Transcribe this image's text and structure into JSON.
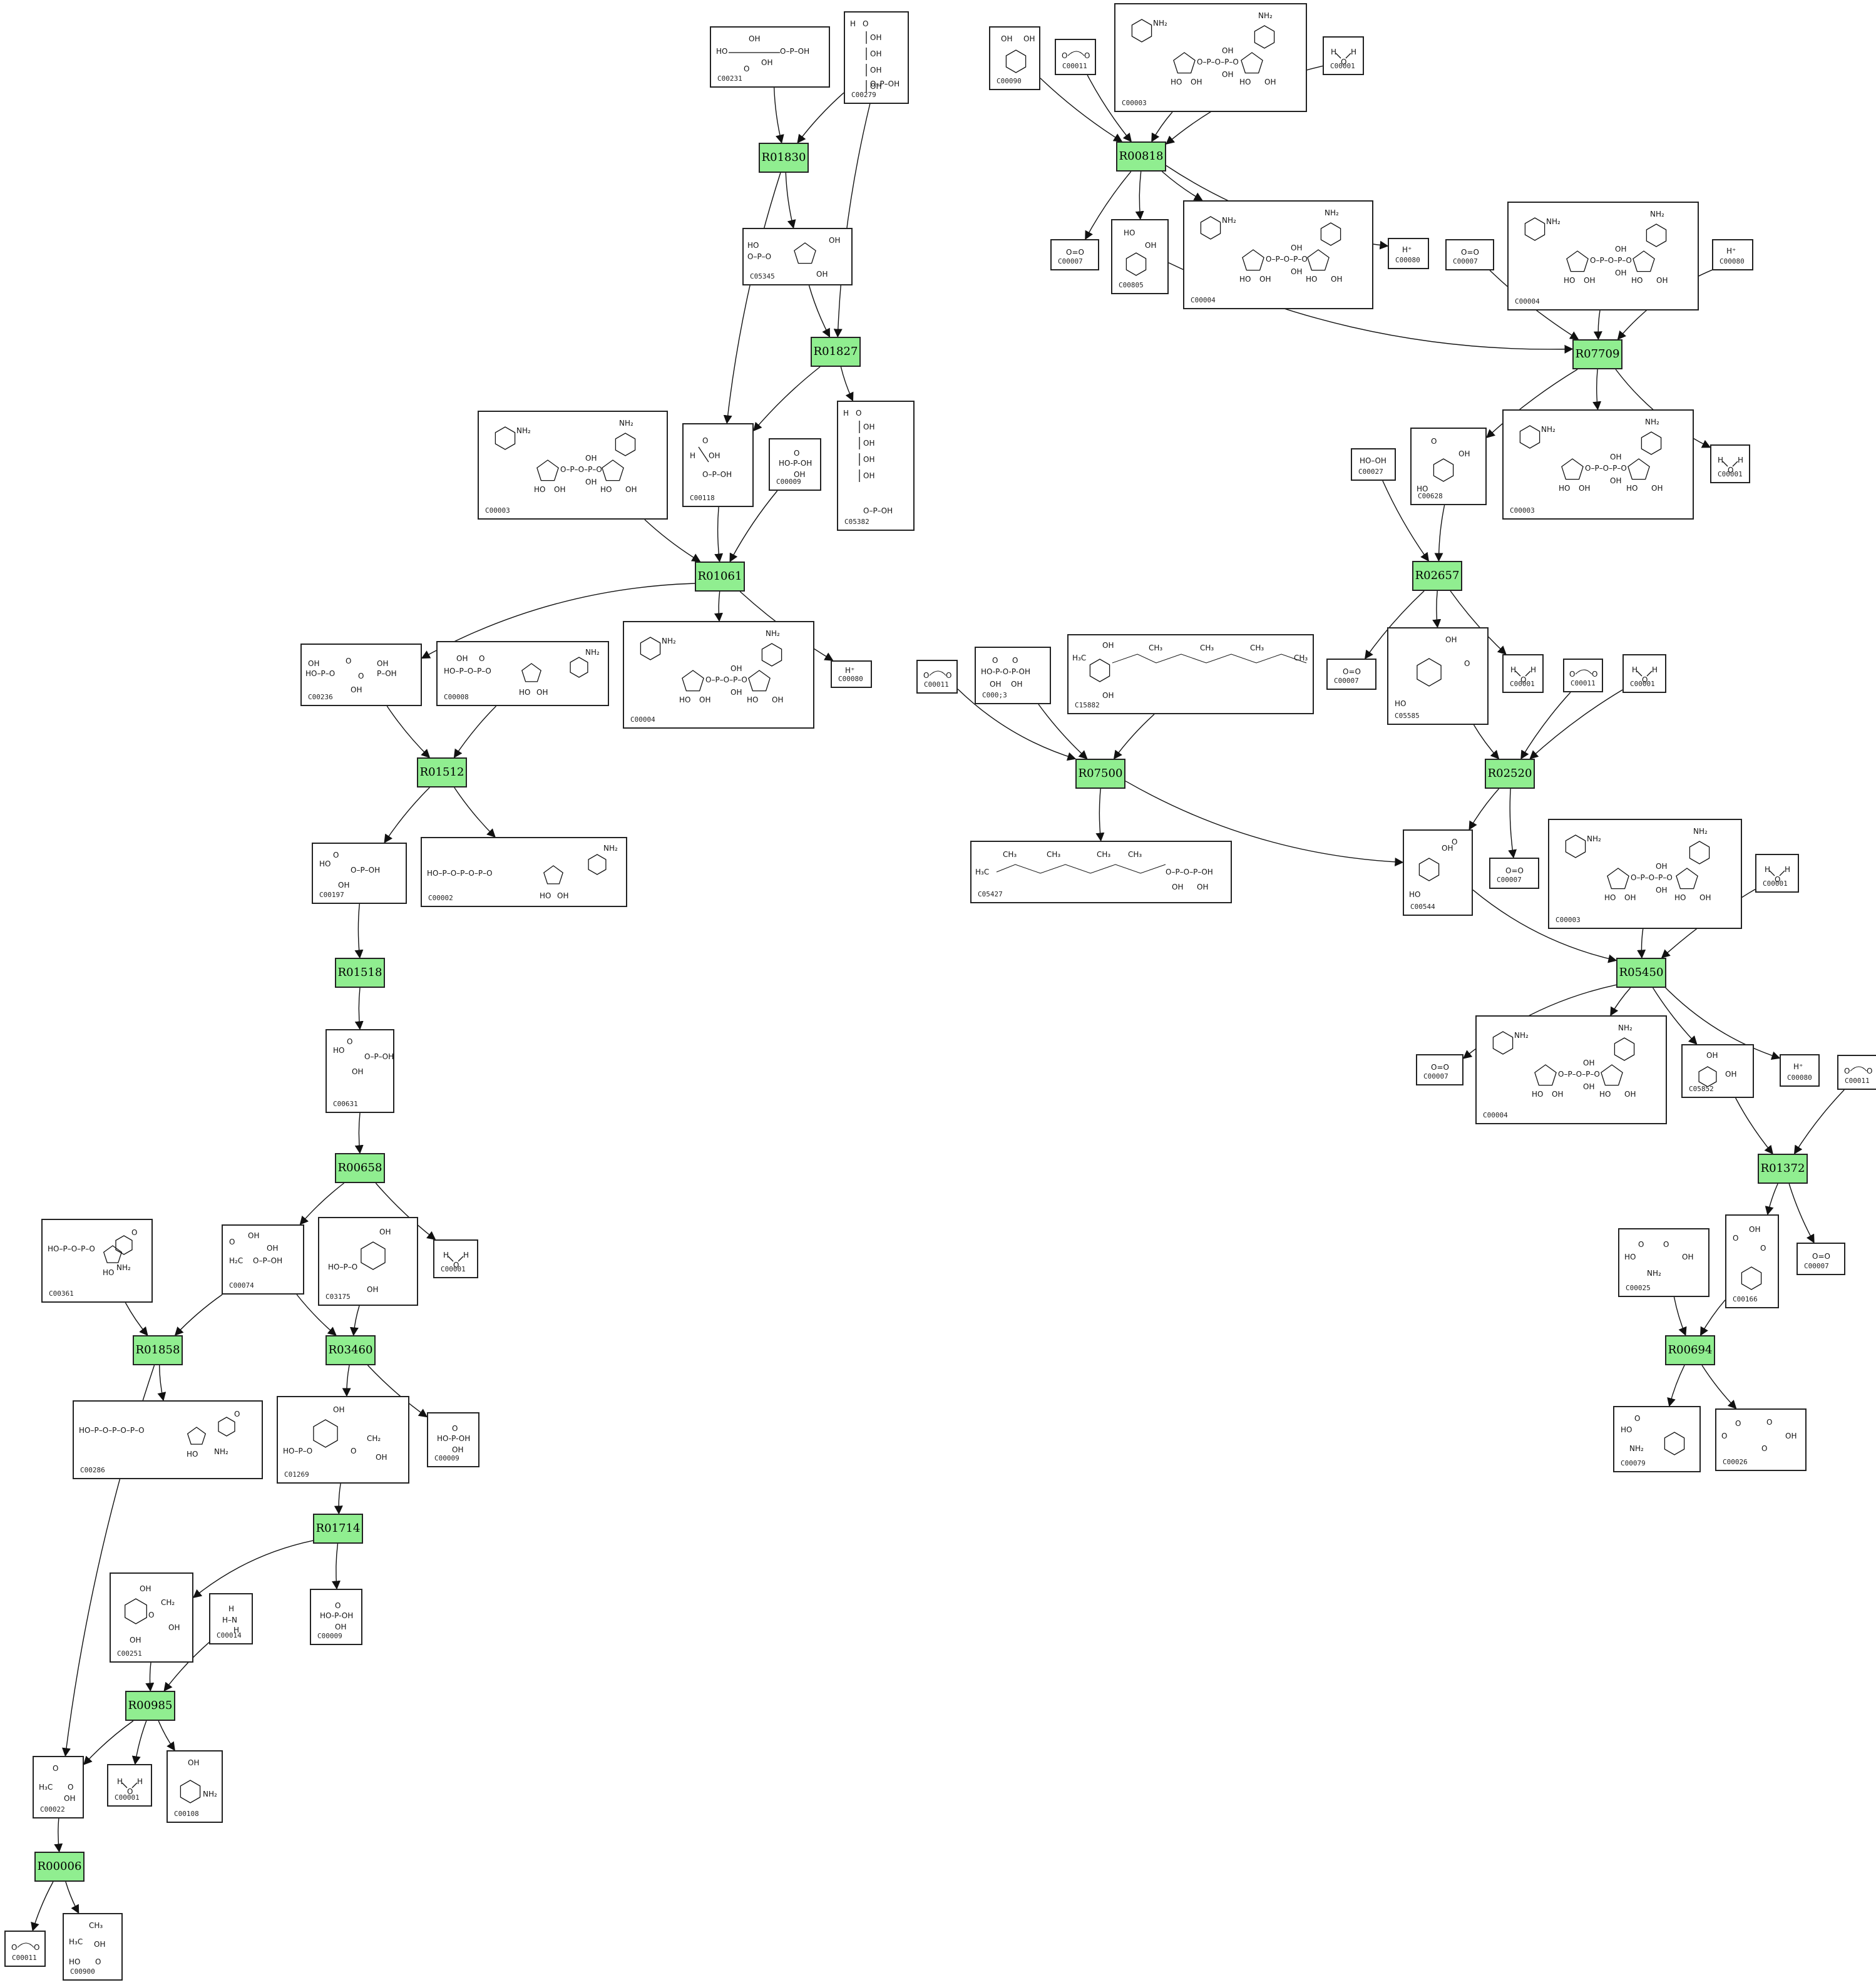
{
  "reactions": [
    "R01830",
    "R01827",
    "R01061",
    "R01512",
    "R01518",
    "R00658",
    "R01858",
    "R03460",
    "R01714",
    "R00985",
    "R00006",
    "R00818",
    "R07709",
    "R02657",
    "R02520",
    "R07500",
    "R05450",
    "R01372",
    "R00694"
  ],
  "compounds": [
    {
      "id": "C00231",
      "label": "C00231",
      "type": "xylulose-P"
    },
    {
      "id": "C00279",
      "label": "C00279",
      "type": "chain-P"
    },
    {
      "id": "C05345",
      "label": "C05345",
      "type": "sugar-P"
    },
    {
      "id": "C05382",
      "label": "C05382",
      "type": "chain-P"
    },
    {
      "id": "C00118",
      "label": "C00118",
      "type": "glyceraldehyde-P"
    },
    {
      "id": "C00009a",
      "label": "C00009",
      "type": "phosphate"
    },
    {
      "id": "C00003a",
      "label": "C00003",
      "type": "nad"
    },
    {
      "id": "C00236",
      "label": "C00236",
      "type": "bisphosphoglycerate"
    },
    {
      "id": "C00008",
      "label": "C00008",
      "type": "adp"
    },
    {
      "id": "C00004a",
      "label": "C00004",
      "type": "nadh"
    },
    {
      "id": "C00080a",
      "label": "C00080",
      "type": "hplus"
    },
    {
      "id": "C00197",
      "label": "C00197",
      "type": "glycerate-P"
    },
    {
      "id": "C00002",
      "label": "C00002",
      "type": "atp"
    },
    {
      "id": "C00631",
      "label": "C00631",
      "type": "glycerate-P"
    },
    {
      "id": "C00074",
      "label": "C00074",
      "type": "pep"
    },
    {
      "id": "C03175",
      "label": "C03175",
      "type": "shikimate-P"
    },
    {
      "id": "C00001a",
      "label": "C00001",
      "type": "water"
    },
    {
      "id": "C00361",
      "label": "C00361",
      "type": "dgdp"
    },
    {
      "id": "C00286",
      "label": "C00286",
      "type": "dgtp"
    },
    {
      "id": "C01269",
      "label": "C01269",
      "type": "epsp"
    },
    {
      "id": "C00009b",
      "label": "C00009",
      "type": "phosphate"
    },
    {
      "id": "C00251",
      "label": "C00251",
      "type": "chorismate"
    },
    {
      "id": "C00014",
      "label": "C00014",
      "type": "ammonia"
    },
    {
      "id": "C00009c",
      "label": "C00009",
      "type": "phosphate"
    },
    {
      "id": "C00022",
      "label": "C00022",
      "type": "pyruvate"
    },
    {
      "id": "C00001b",
      "label": "C00001",
      "type": "water"
    },
    {
      "id": "C00108",
      "label": "C00108",
      "type": "anthranilate"
    },
    {
      "id": "C00011a",
      "label": "C00011",
      "type": "co2"
    },
    {
      "id": "C00900",
      "label": "C00900",
      "type": "acetolactate"
    },
    {
      "id": "C00090",
      "label": "C00090",
      "type": "catechol"
    },
    {
      "id": "C00011b",
      "label": "C00011",
      "type": "co2"
    },
    {
      "id": "C00003b",
      "label": "C00003",
      "type": "nad"
    },
    {
      "id": "C00001c",
      "label": "C00001",
      "type": "water"
    },
    {
      "id": "C00007a",
      "label": "C00007",
      "type": "oxygen"
    },
    {
      "id": "C00805",
      "label": "C00805",
      "type": "salicylate"
    },
    {
      "id": "C00004b",
      "label": "C00004",
      "type": "nadh"
    },
    {
      "id": "C00080b",
      "label": "C00080",
      "type": "hplus"
    },
    {
      "id": "C00007b",
      "label": "C00007",
      "type": "oxygen"
    },
    {
      "id": "C00004c",
      "label": "C00004",
      "type": "nadh"
    },
    {
      "id": "C00080c",
      "label": "C00080",
      "type": "hplus"
    },
    {
      "id": "C00027",
      "label": "C00027",
      "type": "peroxide"
    },
    {
      "id": "C00628",
      "label": "C00628",
      "type": "gentisate"
    },
    {
      "id": "C00003c",
      "label": "C00003",
      "type": "nad"
    },
    {
      "id": "C00001d",
      "label": "C00001",
      "type": "water"
    },
    {
      "id": "C00007c",
      "label": "C00007",
      "type": "oxygen"
    },
    {
      "id": "C05585",
      "label": "C05585",
      "type": "gentisaldehyde"
    },
    {
      "id": "C00001e",
      "label": "C00001",
      "type": "water"
    },
    {
      "id": "C00011c",
      "label": "C00011",
      "type": "co2"
    },
    {
      "id": "C00001f",
      "label": "C00001",
      "type": "water"
    },
    {
      "id": "C00011d",
      "label": "C00011",
      "type": "co2"
    },
    {
      "id": "C00013",
      "label": "C000;3",
      "type": "pyrophosphate"
    },
    {
      "id": "C15882",
      "label": "C15882",
      "type": "tocopherol"
    },
    {
      "id": "C05427",
      "label": "C05427",
      "type": "phytyl-pp"
    },
    {
      "id": "C00007d",
      "label": "C00007",
      "type": "oxygen"
    },
    {
      "id": "C00544",
      "label": "C00544",
      "type": "homogentisate"
    },
    {
      "id": "C00003d",
      "label": "C00003",
      "type": "nad"
    },
    {
      "id": "C00001g",
      "label": "C00001",
      "type": "water"
    },
    {
      "id": "C00007e",
      "label": "C00007",
      "type": "oxygen"
    },
    {
      "id": "C00004d",
      "label": "C00004",
      "type": "nadh"
    },
    {
      "id": "C05852",
      "label": "C05852",
      "type": "hydroxyphenylacetate"
    },
    {
      "id": "C00080d",
      "label": "C00080",
      "type": "hplus"
    },
    {
      "id": "C00011e",
      "label": "C00011",
      "type": "co2"
    },
    {
      "id": "C00007f",
      "label": "C00007",
      "type": "oxygen"
    },
    {
      "id": "C00025",
      "label": "C00025",
      "type": "glutamate"
    },
    {
      "id": "C00166",
      "label": "C00166",
      "type": "phenylpyruvate"
    },
    {
      "id": "C00079",
      "label": "C00079",
      "type": "phenylalanine"
    },
    {
      "id": "C00026",
      "label": "C00026",
      "type": "oxoglutarate"
    }
  ],
  "edges": [
    [
      "C00231",
      "R01830"
    ],
    [
      "C00279",
      "R01830"
    ],
    [
      "R01830",
      "C05345"
    ],
    [
      "R01830",
      "C00118"
    ],
    [
      "C05345",
      "R01827"
    ],
    [
      "C00279",
      "R01827"
    ],
    [
      "R01827",
      "C00118"
    ],
    [
      "R01827",
      "C05382"
    ],
    [
      "C00003a",
      "R01061"
    ],
    [
      "C00118",
      "R01061"
    ],
    [
      "C00009a",
      "R01061"
    ],
    [
      "R01061",
      "C00236"
    ],
    [
      "R01061",
      "C00004a"
    ],
    [
      "R01061",
      "C00080a"
    ],
    [
      "C00236",
      "R01512"
    ],
    [
      "C00008",
      "R01512"
    ],
    [
      "R01512",
      "C00197"
    ],
    [
      "R01512",
      "C00002"
    ],
    [
      "C00197",
      "R01518"
    ],
    [
      "R01518",
      "C00631"
    ],
    [
      "C00631",
      "R00658"
    ],
    [
      "R00658",
      "C00074"
    ],
    [
      "R00658",
      "C00001a"
    ],
    [
      "C00361",
      "R01858"
    ],
    [
      "C00074",
      "R01858"
    ],
    [
      "R01858",
      "C00286"
    ],
    [
      "R01858",
      "C00022"
    ],
    [
      "C00074",
      "R03460"
    ],
    [
      "C03175",
      "R03460"
    ],
    [
      "R03460",
      "C01269"
    ],
    [
      "R03460",
      "C00009b"
    ],
    [
      "C01269",
      "R01714"
    ],
    [
      "R01714",
      "C00251"
    ],
    [
      "R01714",
      "C00009c"
    ],
    [
      "C00251",
      "R00985"
    ],
    [
      "C00014",
      "R00985"
    ],
    [
      "R00985",
      "C00022"
    ],
    [
      "R00985",
      "C00001b"
    ],
    [
      "R00985",
      "C00108"
    ],
    [
      "C00022",
      "R00006"
    ],
    [
      "R00006",
      "C00011a"
    ],
    [
      "R00006",
      "C00900"
    ],
    [
      "C00090",
      "R00818"
    ],
    [
      "C00011b",
      "R00818"
    ],
    [
      "C00003b",
      "R00818"
    ],
    [
      "C00001c",
      "R00818"
    ],
    [
      "R00818",
      "C00007a"
    ],
    [
      "R00818",
      "C00805"
    ],
    [
      "R00818",
      "C00004b"
    ],
    [
      "R00818",
      "C00080b"
    ],
    [
      "C00805",
      "R07709"
    ],
    [
      "C00007b",
      "R07709"
    ],
    [
      "C00004c",
      "R07709"
    ],
    [
      "C00080c",
      "R07709"
    ],
    [
      "R07709",
      "C00628"
    ],
    [
      "R07709",
      "C00003c"
    ],
    [
      "R07709",
      "C00001d"
    ],
    [
      "C00027",
      "R02657"
    ],
    [
      "C00628",
      "R02657"
    ],
    [
      "R02657",
      "C00007c"
    ],
    [
      "R02657",
      "C05585"
    ],
    [
      "R02657",
      "C00001e"
    ],
    [
      "C05585",
      "R02520"
    ],
    [
      "C00011c",
      "R02520"
    ],
    [
      "C00001f",
      "R02520"
    ],
    [
      "R02520",
      "C00544"
    ],
    [
      "R02520",
      "C00007d"
    ],
    [
      "C00011d",
      "R07500"
    ],
    [
      "C00013",
      "R07500"
    ],
    [
      "C15882",
      "R07500"
    ],
    [
      "R07500",
      "C05427"
    ],
    [
      "R07500",
      "C00544"
    ],
    [
      "C00544",
      "R05450"
    ],
    [
      "C00003d",
      "R05450"
    ],
    [
      "C00001g",
      "R05450"
    ],
    [
      "R05450",
      "C00007e"
    ],
    [
      "R05450",
      "C00004d"
    ],
    [
      "R05450",
      "C05852"
    ],
    [
      "R05450",
      "C00080d"
    ],
    [
      "C05852",
      "R01372"
    ],
    [
      "C00011e",
      "R01372"
    ],
    [
      "R01372",
      "C00166"
    ],
    [
      "R01372",
      "C00007f"
    ],
    [
      "C00025",
      "R00694"
    ],
    [
      "C00166",
      "R00694"
    ],
    [
      "R00694",
      "C00079"
    ],
    [
      "R00694",
      "C00026"
    ]
  ]
}
